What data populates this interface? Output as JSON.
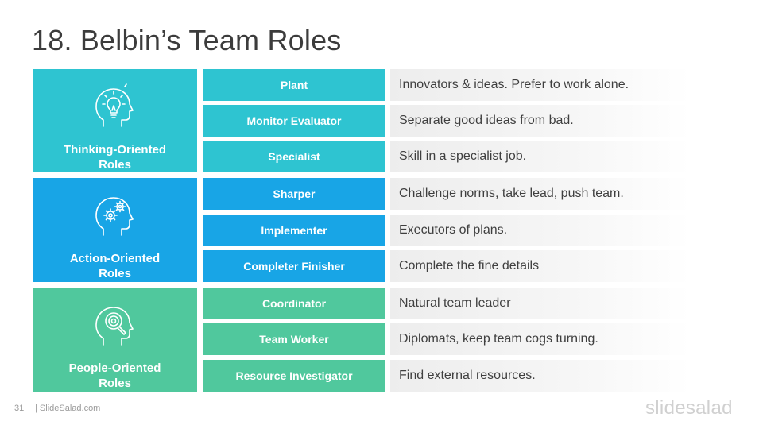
{
  "title": "18. Belbin’s Team Roles",
  "groups": [
    {
      "label": "Thinking-Oriented Roles",
      "icon": "head-lightbulb-icon",
      "color": "#2ec4d1",
      "roles": [
        {
          "name": "Plant",
          "description": "Innovators & ideas. Prefer to work alone."
        },
        {
          "name": "Monitor Evaluator",
          "description": "Separate good ideas from bad."
        },
        {
          "name": "Specialist",
          "description": "Skill in a specialist job."
        }
      ]
    },
    {
      "label": "Action-Oriented Roles",
      "icon": "head-gears-icon",
      "color": "#18a5e6",
      "roles": [
        {
          "name": "Sharper",
          "description": "Challenge norms, take lead, push team."
        },
        {
          "name": "Implementer",
          "description": "Executors of plans."
        },
        {
          "name": "Completer Finisher",
          "description": "Complete the fine details"
        }
      ]
    },
    {
      "label": "People-Oriented Roles",
      "icon": "head-magnifier-icon",
      "color": "#50c89d",
      "roles": [
        {
          "name": "Coordinator",
          "description": "Natural team leader"
        },
        {
          "name": "Team Worker",
          "description": "Diplomats, keep team cogs turning."
        },
        {
          "name": "Resource Investigator",
          "description": "Find external resources."
        }
      ]
    }
  ],
  "footer": {
    "page_number": "31",
    "site": "| SlideSalad.com",
    "brand": "slidesalad"
  }
}
